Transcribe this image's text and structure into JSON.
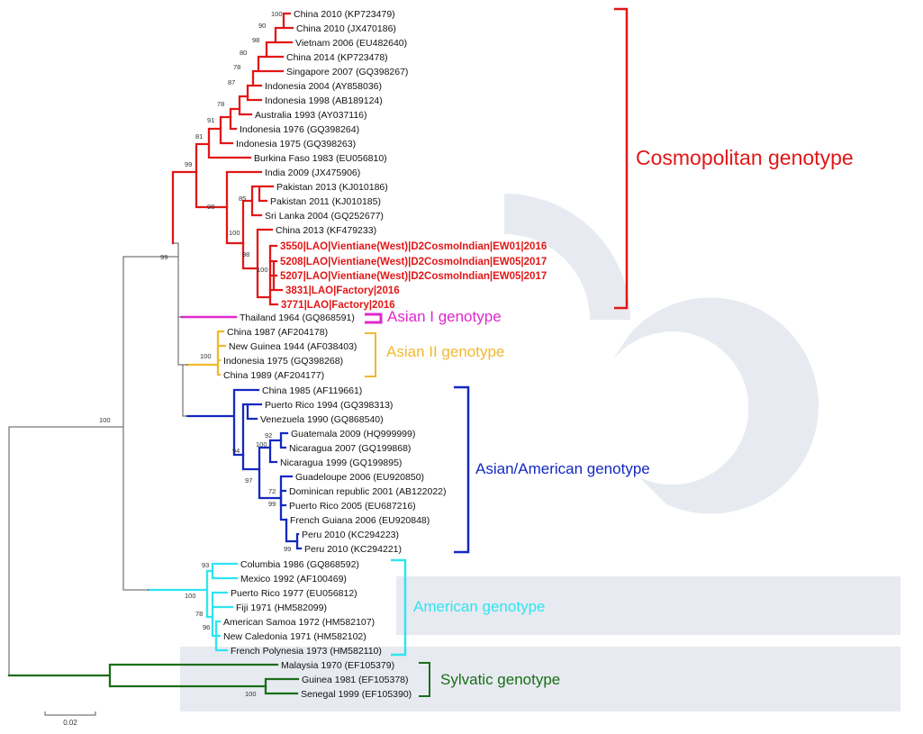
{
  "colors": {
    "cosmopolitan": "#e11717",
    "asian_i": "#e028cf",
    "asian_ii": "#f0b92d",
    "asian_american": "#1428c0",
    "american": "#2de5f2",
    "sylvatic": "#1a6e1a",
    "backbone": "#555555",
    "watermark": "#dfe4ec"
  },
  "scale_bar": {
    "label": "0.02"
  },
  "clades": [
    {
      "id": "cosmopolitan",
      "label": "Cosmopolitan genotype"
    },
    {
      "id": "asian_i",
      "label": "Asian I genotype"
    },
    {
      "id": "asian_ii",
      "label": "Asian II genotype"
    },
    {
      "id": "asian_american",
      "label": "Asian/American genotype"
    },
    {
      "id": "american",
      "label": "American genotype"
    },
    {
      "id": "sylvatic",
      "label": "Sylvatic genotype"
    }
  ],
  "leaves": [
    {
      "label": "China 2010 (KP723479)"
    },
    {
      "label": "China 2010 (JX470186)"
    },
    {
      "label": "Vietnam 2006 (EU482640)"
    },
    {
      "label": "China 2014 (KP723478)"
    },
    {
      "label": "Singapore 2007 (GQ398267)"
    },
    {
      "label": "Indonesia 2004 (AY858036)"
    },
    {
      "label": "Indonesia 1998 (AB189124)"
    },
    {
      "label": "Australia 1993 (AY037116)"
    },
    {
      "label": "Indonesia 1976 (GQ398264)"
    },
    {
      "label": "Indonesia 1975 (GQ398263)"
    },
    {
      "label": "Burkina Faso 1983 (EU056810)"
    },
    {
      "label": "India 2009 (JX475906)"
    },
    {
      "label": "Pakistan 2013 (KJ010186)"
    },
    {
      "label": "Pakistan 2011 (KJ010185)"
    },
    {
      "label": "Sri Lanka 2004 (GQ252677)"
    },
    {
      "label": "China 2013 (KF479233)"
    },
    {
      "label": "3550|LAO|Vientiane(West)|D2CosmoIndian|EW01|2016",
      "highlight": true
    },
    {
      "label": "5208|LAO|Vientiane(West)|D2CosmoIndian|EW05|2017",
      "highlight": true
    },
    {
      "label": "5207|LAO|Vientiane(West)|D2CosmoIndian|EW05|2017",
      "highlight": true
    },
    {
      "label": "3831|LAO|Factory|2016",
      "highlight": true
    },
    {
      "label": "3771|LAO|Factory|2016",
      "highlight": true
    },
    {
      "label": "Thailand 1964 (GQ868591)"
    },
    {
      "label": "China 1987 (AF204178)"
    },
    {
      "label": "New Guinea 1944 (AF038403)"
    },
    {
      "label": "Indonesia 1975 (GQ398268)"
    },
    {
      "label": "China 1989 (AF204177)"
    },
    {
      "label": "China 1985 (AF119661)"
    },
    {
      "label": "Puerto Rico 1994 (GQ398313)"
    },
    {
      "label": "Venezuela 1990 (GQ868540)"
    },
    {
      "label": "Guatemala 2009 (HQ999999)"
    },
    {
      "label": "Nicaragua 2007 (GQ199868)"
    },
    {
      "label": "Nicaragua 1999 (GQ199895)"
    },
    {
      "label": "Guadeloupe 2006 (EU920850)"
    },
    {
      "label": "Dominican republic 2001 (AB122022)"
    },
    {
      "label": "Puerto Rico 2005 (EU687216)"
    },
    {
      "label": "French Guiana 2006 (EU920848)"
    },
    {
      "label": "Peru 2010 (KC294223)"
    },
    {
      "label": "Peru 2010 (KC294221)"
    },
    {
      "label": "Columbia 1986 (GQ868592)"
    },
    {
      "label": "Mexico 1992 (AF100469)"
    },
    {
      "label": "Puerto Rico 1977 (EU056812)"
    },
    {
      "label": "Fiji 1971 (HM582099)"
    },
    {
      "label": "American Samoa 1972 (HM582107)"
    },
    {
      "label": "New Caledonia 1971 (HM582102)"
    },
    {
      "label": "French Polynesia 1973 (HM582110)"
    },
    {
      "label": "Malaysia 1970 (EF105379)"
    },
    {
      "label": "Guinea 1981 (EF105378)"
    },
    {
      "label": "Senegal 1999 (EF105390)"
    }
  ],
  "bootstraps": [
    {
      "value": "100"
    },
    {
      "value": "90"
    },
    {
      "value": "98"
    },
    {
      "value": "80"
    },
    {
      "value": "78"
    },
    {
      "value": "87"
    },
    {
      "value": "78"
    },
    {
      "value": "91"
    },
    {
      "value": "81"
    },
    {
      "value": "99"
    },
    {
      "value": "85"
    },
    {
      "value": "98"
    },
    {
      "value": "100"
    },
    {
      "value": "98"
    },
    {
      "value": "100"
    },
    {
      "value": "99"
    },
    {
      "value": "100"
    },
    {
      "value": "100"
    },
    {
      "value": "92"
    },
    {
      "value": "100"
    },
    {
      "value": "94"
    },
    {
      "value": "97"
    },
    {
      "value": "72"
    },
    {
      "value": "99"
    },
    {
      "value": "99"
    },
    {
      "value": "93"
    },
    {
      "value": "100"
    },
    {
      "value": "78"
    },
    {
      "value": "96"
    },
    {
      "value": "100"
    }
  ]
}
